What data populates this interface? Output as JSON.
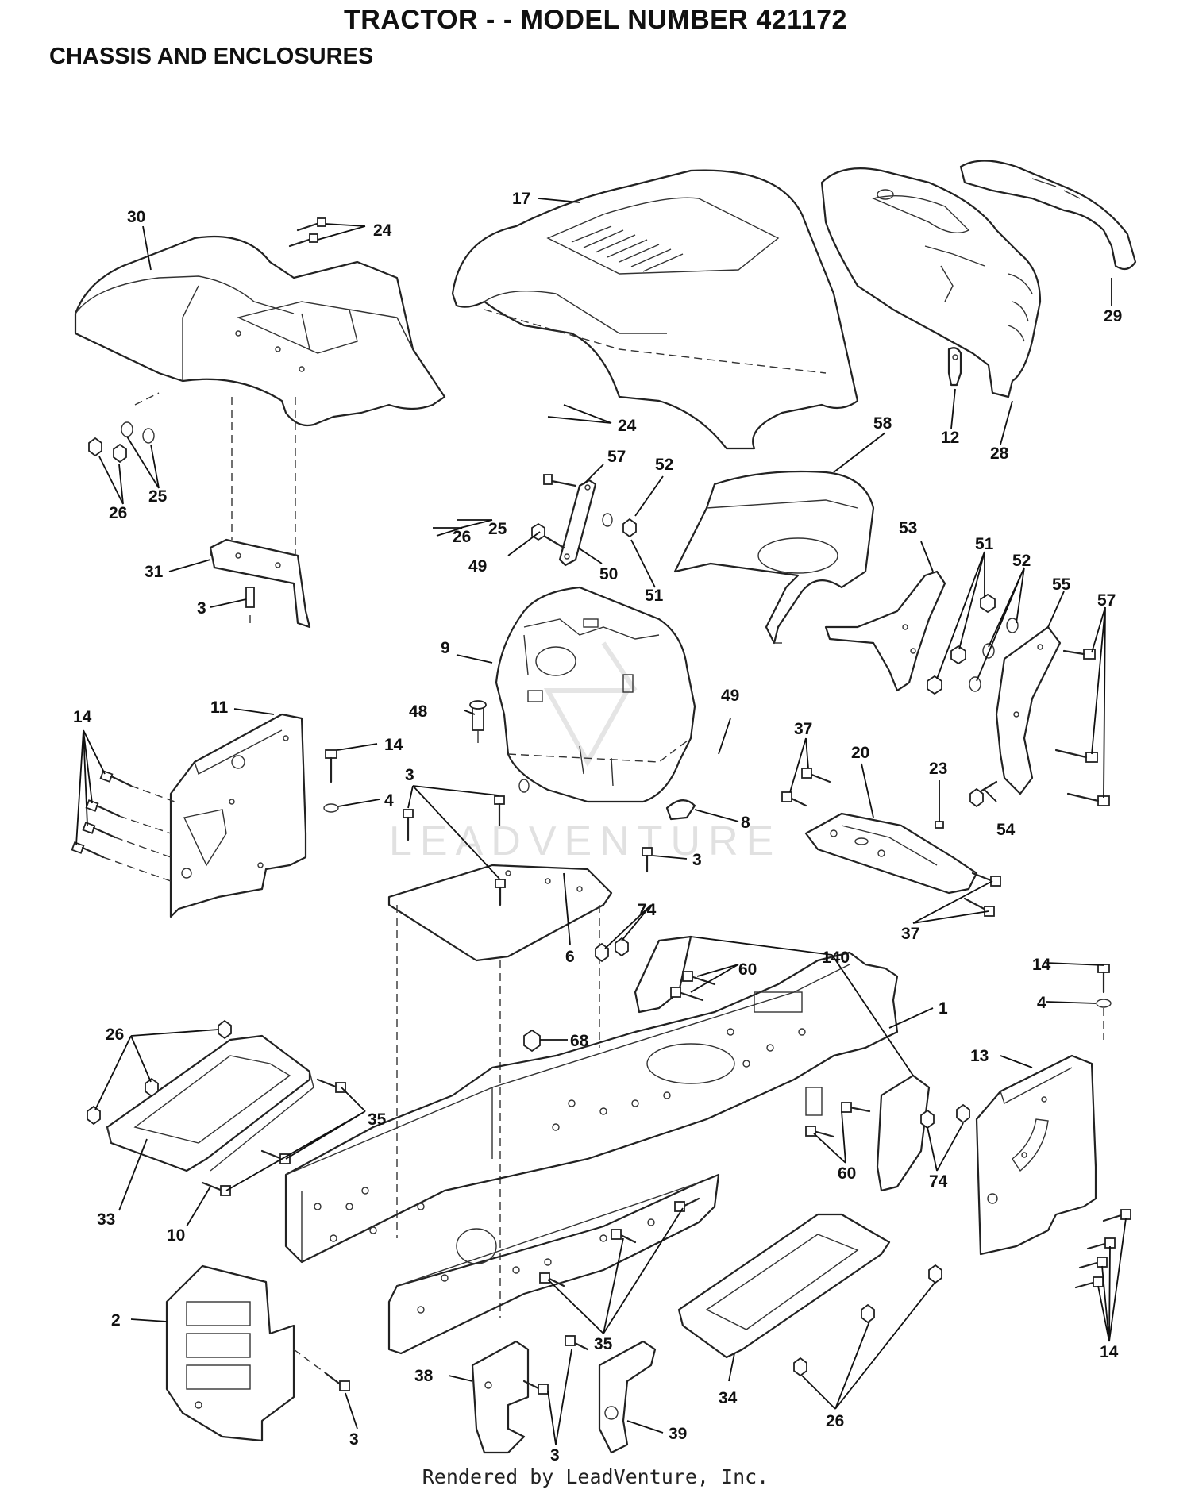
{
  "header": {
    "title": "TRACTOR - - MODEL NUMBER 421172",
    "subtitle": "CHASSIS AND ENCLOSURES"
  },
  "watermark": "LEADVENTURE",
  "footer": {
    "text": "Rendered by LeadVenture, Inc."
  },
  "callouts": [
    "17",
    "24",
    "30",
    "24",
    "25",
    "26",
    "29",
    "28",
    "12",
    "58",
    "57",
    "52",
    "25",
    "26",
    "49",
    "50",
    "51",
    "31",
    "3",
    "53",
    "51",
    "52",
    "55",
    "57",
    "9",
    "48",
    "49",
    "14",
    "11",
    "14",
    "4",
    "3",
    "8",
    "3",
    "37",
    "20",
    "23",
    "54",
    "37",
    "6",
    "74",
    "140",
    "60",
    "14",
    "4",
    "1",
    "68",
    "13",
    "26",
    "35",
    "33",
    "10",
    "74",
    "60",
    "2",
    "3",
    "35",
    "38",
    "3",
    "39",
    "34",
    "26",
    "14"
  ]
}
